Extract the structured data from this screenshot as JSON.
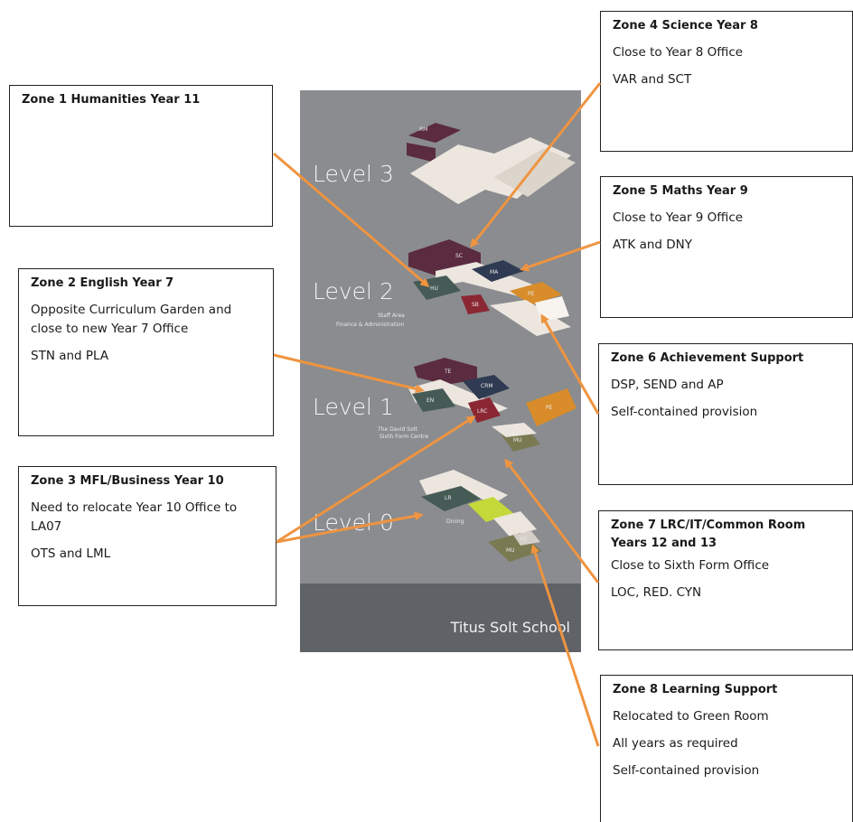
{
  "map": {
    "levels": [
      "Level 3",
      "Level 2",
      "Level 1",
      "Level 0"
    ],
    "school_name": "Titus Solt School",
    "level2_caption_1": "Staff Area",
    "level2_caption_2": "Finance & Administration",
    "level1_caption_1": "The David Solt",
    "level1_caption_2": "Sixth Form Centre",
    "level0_caption": "Dining",
    "room_labels": {
      "l3_rm": "RM",
      "l2_sc": "SC",
      "l2_hu": "HU",
      "l2_ma": "MA",
      "l2_sb": "SB",
      "l2_pe": "PE",
      "l1_te": "TE",
      "l1_en": "EN",
      "l1_crm": "CRM",
      "l1_lrc": "LRC",
      "l1_pe": "PE",
      "l1_mu": "MU",
      "l0_lr": "LR",
      "l0_pe": "PE",
      "l0_mu": "MU"
    },
    "colors": {
      "background": "#8a8c8f",
      "band": "#5f6266",
      "plum": "#5b2b3f",
      "slate": "#465b55",
      "navy": "#2f3b52",
      "red": "#8b2633",
      "orange": "#d88c2a",
      "olive": "#7a7a52",
      "lime": "#c5d83a",
      "cream": "#ece6df",
      "arrow": "#ef9440"
    }
  },
  "zones": {
    "zone1": {
      "title": "Zone 1 Humanities Year 11",
      "lines": []
    },
    "zone2": {
      "title": "Zone 2 English Year 7",
      "lines": [
        "Opposite Curriculum Garden and close to new Year 7 Office",
        "STN and PLA"
      ]
    },
    "zone3": {
      "title": "Zone 3 MFL/Business Year 10",
      "lines": [
        "Need to relocate Year 10 Office to LA07",
        "OTS and LML"
      ]
    },
    "zone4": {
      "title": "Zone 4 Science Year 8",
      "lines": [
        "Close to Year 8 Office",
        "VAR and SCT"
      ]
    },
    "zone5": {
      "title": "Zone 5 Maths Year 9",
      "lines": [
        "Close to Year 9 Office",
        "ATK and DNY"
      ]
    },
    "zone6": {
      "title": "Zone 6 Achievement Support",
      "lines": [
        "DSP, SEND and AP",
        "Self-contained provision"
      ]
    },
    "zone7": {
      "title": "Zone 7 LRC/IT/Common Room Years 12 and 13",
      "lines": [
        "Close to Sixth Form Office",
        "LOC, RED. CYN"
      ]
    },
    "zone8": {
      "title": "Zone 8 Learning Support",
      "lines": [
        "Relocated to Green Room",
        "All years as required",
        "Self-contained provision"
      ]
    }
  }
}
